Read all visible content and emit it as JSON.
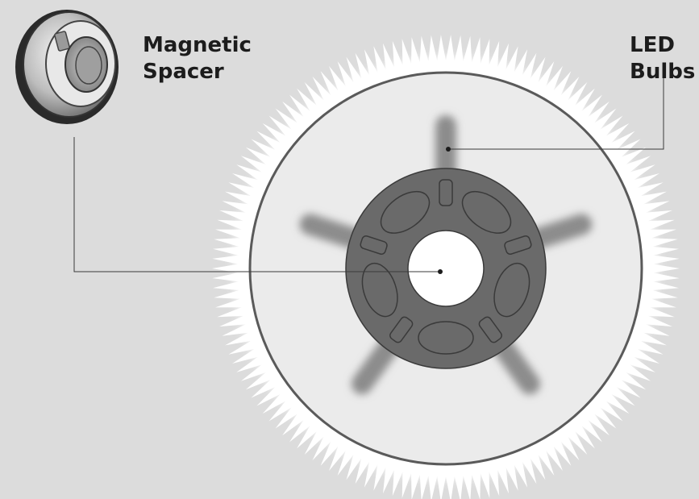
{
  "labels": {
    "magnetic_spacer": [
      "Magnetic",
      "Spacer"
    ],
    "led_bulbs": [
      "LED",
      "Bulbs"
    ]
  },
  "colors": {
    "background": "#dcdcdc",
    "glow": "#ffffff",
    "outer_ring": "#5a5a5a",
    "lens": "#ebebeb",
    "bulb": "#8c8c8c",
    "hub": "#6a6a6a",
    "hub_outline": "#3a3a3a",
    "center_hole": "#ffffff",
    "leader_line": "#3a3a3a",
    "text": "#1c1c1c"
  },
  "icons": {
    "spacer": "magnetic-spacer-ring-icon"
  }
}
